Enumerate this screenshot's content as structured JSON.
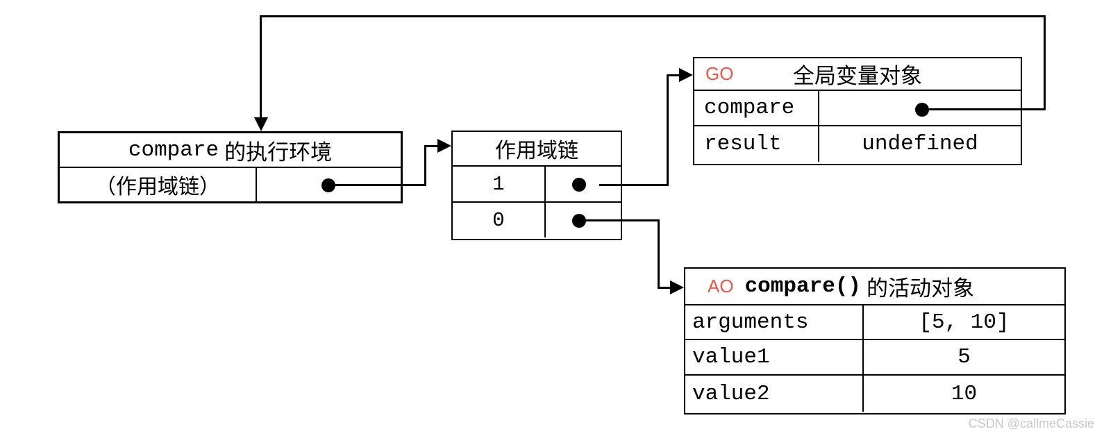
{
  "colors": {
    "accent_red": "#f05545",
    "line_black": "#000000",
    "watermark_gray": "#c8c8c8"
  },
  "exec_box": {
    "title_code": "compare",
    "title_suffix": "的执行环境",
    "scope_label": "（作用域链）"
  },
  "scope_box": {
    "title": "作用域链",
    "slot1": "1",
    "slot0": "0"
  },
  "go_box": {
    "tag": "GO",
    "title": "全局变量对象",
    "rows": [
      {
        "key": "compare",
        "value": ""
      },
      {
        "key": "result",
        "value": "undefined"
      }
    ]
  },
  "ao_box": {
    "tag": "AO",
    "title_code": "compare()",
    "title_suffix": "的活动对象",
    "rows": [
      {
        "key": "arguments",
        "value": "[5, 10]"
      },
      {
        "key": "value1",
        "value": "5"
      },
      {
        "key": "value2",
        "value": "10"
      }
    ]
  },
  "watermark": "CSDN @callmeCassie"
}
